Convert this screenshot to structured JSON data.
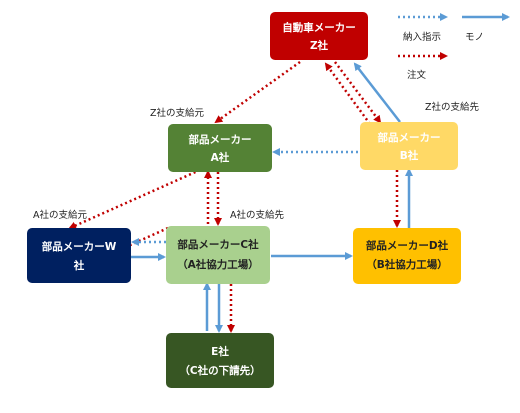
{
  "nodes": {
    "z": {
      "line1": "自動車メーカー",
      "line2": "Z社",
      "color": "#c00000",
      "text_color": "#ffffff"
    },
    "a": {
      "line1": "部品メーカー",
      "line2": "A社",
      "color": "#548235",
      "text_color": "#ffffff"
    },
    "b": {
      "line1": "部品メーカー",
      "line2": "B社",
      "color": "#ffd966",
      "text_color": "#ffffff"
    },
    "w": {
      "line1": "部品メーカーW",
      "line2": "社",
      "color": "#002060",
      "text_color": "#ffffff"
    },
    "c": {
      "line1": "部品メーカーC社",
      "line2": "（A社協力工場）",
      "color": "#a9d08e",
      "text_color": "#222222"
    },
    "d": {
      "line1": "部品メーカーD社",
      "line2": "（B社協力工場）",
      "color": "#ffc000",
      "text_color": "#222222"
    },
    "e": {
      "line1": "E社",
      "line2": "（C社の下請先）",
      "color": "#375623",
      "text_color": "#ffffff"
    }
  },
  "labels": {
    "z_supply": "Z社の支給元",
    "z_supply_dest": "Z社の支給先",
    "a_supply": "A社の支給元",
    "a_supply_dest": "A社の支給先"
  },
  "legend": {
    "instruction": "納入指示",
    "goods": "モノ",
    "order": "注文"
  },
  "colors": {
    "order_arrow": "#c00000",
    "instruction_arrow": "#5b9bd5",
    "goods_arrow": "#5b9bd5"
  }
}
